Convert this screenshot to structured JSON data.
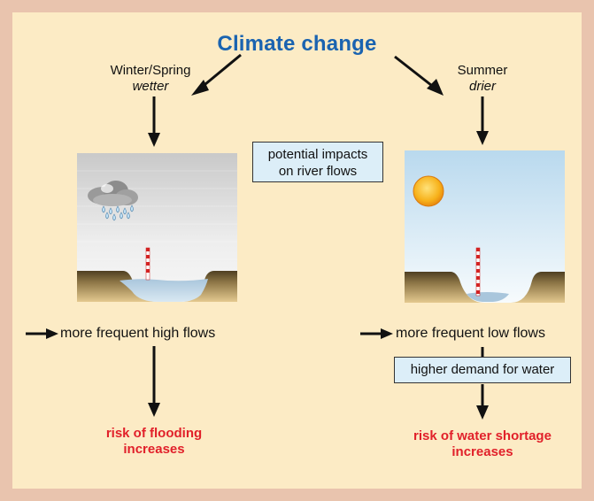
{
  "title": "Climate change",
  "left": {
    "season": "Winter/Spring",
    "condition": "wetter",
    "flow": "more frequent high flows",
    "risk_line1": "risk of flooding",
    "risk_line2": "increases"
  },
  "right": {
    "season": "Summer",
    "condition": "drier",
    "flow": "more frequent low flows",
    "demand": "higher demand for water",
    "risk_line1": "risk of water shortage",
    "risk_line2": "increases"
  },
  "center_box": {
    "line1": "potential impacts",
    "line2": "on river flows"
  },
  "colors": {
    "title": "#1a63b0",
    "risk": "#e1202a",
    "box_fill": "#dceef8",
    "background": "#fcebc5",
    "border": "#e9c4ae"
  },
  "icons": {
    "left_weather": "rain-cloud-icon",
    "right_weather": "sun-icon"
  }
}
